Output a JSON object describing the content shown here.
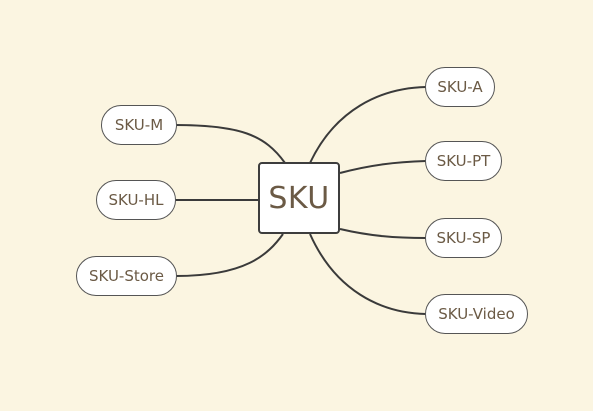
{
  "diagram": {
    "center": {
      "label": "SKU"
    },
    "left_nodes": [
      {
        "id": "sku-m",
        "label": "SKU-M"
      },
      {
        "id": "sku-hl",
        "label": "SKU-HL"
      },
      {
        "id": "sku-store",
        "label": "SKU-Store"
      }
    ],
    "right_nodes": [
      {
        "id": "sku-a",
        "label": "SKU-A"
      },
      {
        "id": "sku-pt",
        "label": "SKU-PT"
      },
      {
        "id": "sku-sp",
        "label": "SKU-SP"
      },
      {
        "id": "sku-video",
        "label": "SKU-Video"
      }
    ]
  },
  "colors": {
    "background": "#fbf5e1",
    "text": "#6b5a45",
    "line": "#3a3a3a"
  }
}
